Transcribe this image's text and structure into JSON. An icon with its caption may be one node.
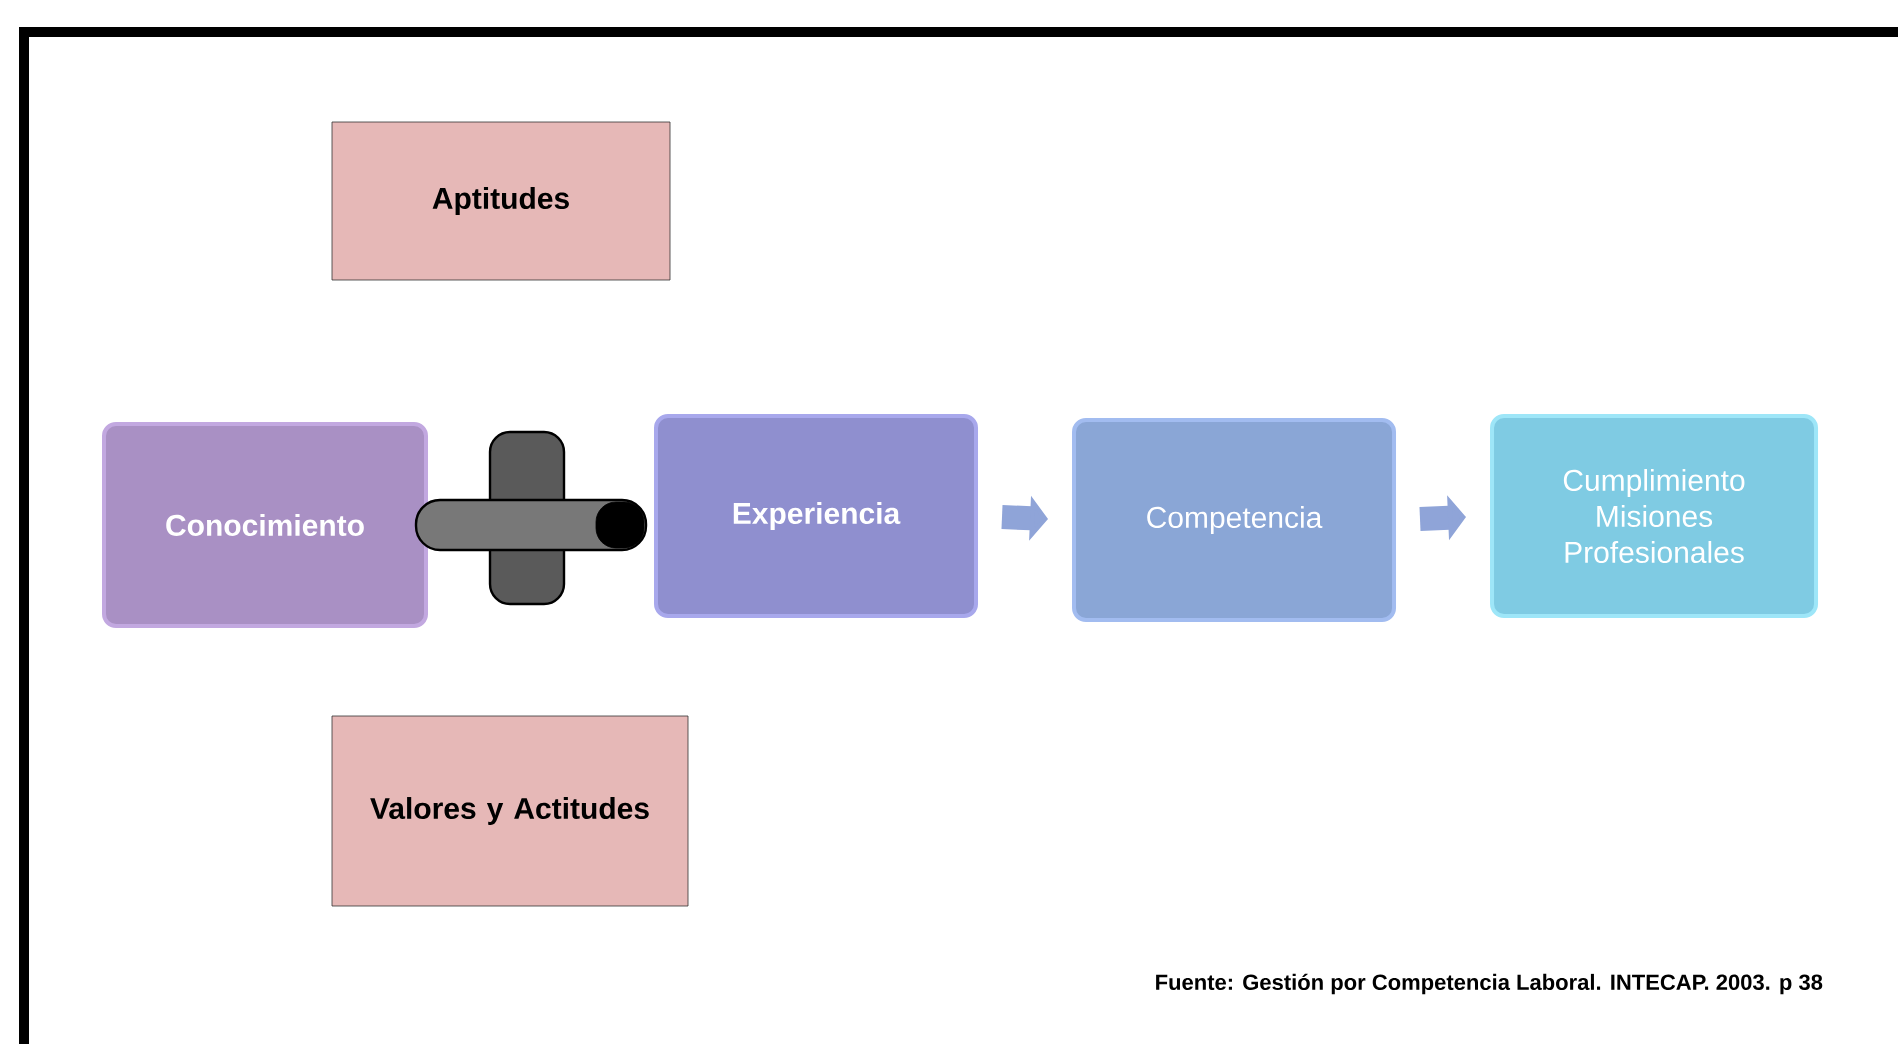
{
  "diagram": {
    "caption": "Fuente: Gestión por Competencia Laboral. INTECAP. 2003. p 38",
    "nodes": [
      {
        "text": [
          "Aptitudes"
        ]
      },
      {
        "text": [
          "Conocimiento"
        ]
      },
      {
        "text": [
          "Experiencia"
        ]
      },
      {
        "text": [
          "Competencia"
        ]
      },
      {
        "text": [
          "Cumplimiento Misiones Profesionales"
        ]
      },
      {
        "text": [
          "Valores y Actitudes"
        ]
      }
    ],
    "edges": [
      {
        "from": 2,
        "to": 3,
        "arrow": "to"
      },
      {
        "from": 3,
        "to": 4,
        "arrow": "to"
      }
    ]
  }
}
